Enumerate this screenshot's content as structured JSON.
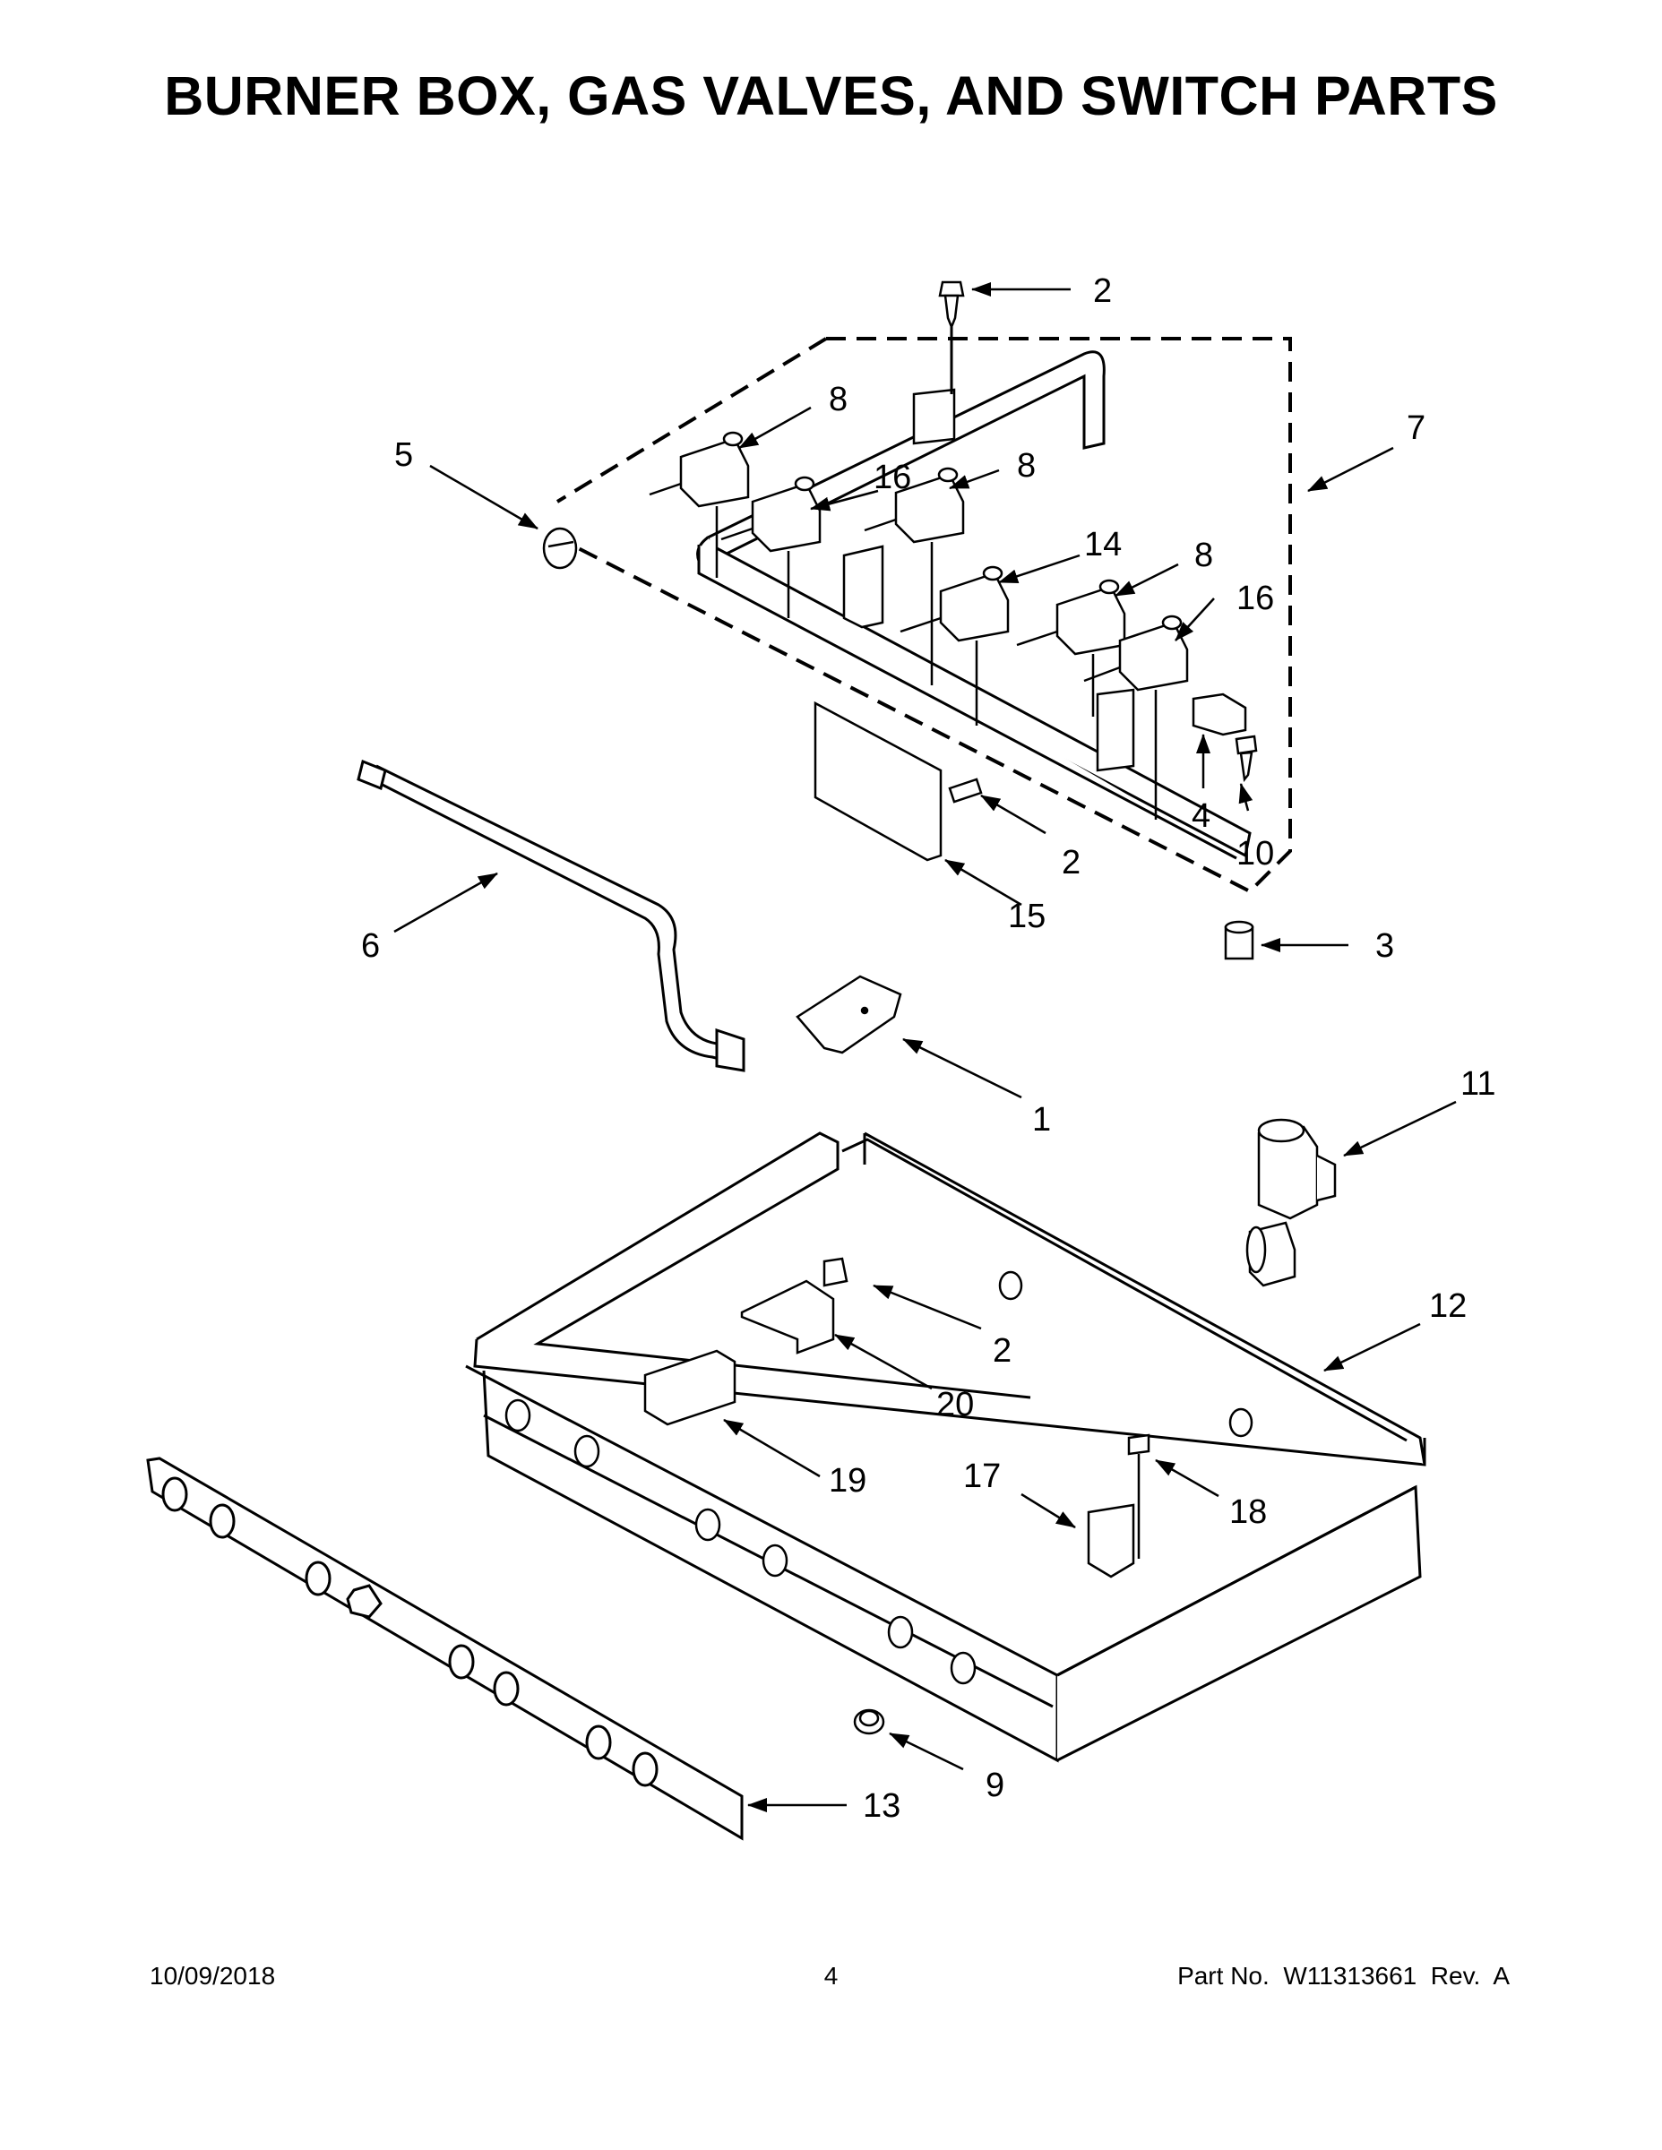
{
  "title": "BURNER BOX, GAS VALVES, AND SWITCH PARTS",
  "callouts": [
    {
      "id": "c1",
      "label": "1"
    },
    {
      "id": "c2a",
      "label": "2"
    },
    {
      "id": "c2b",
      "label": "2"
    },
    {
      "id": "c2c",
      "label": "2"
    },
    {
      "id": "c3",
      "label": "3"
    },
    {
      "id": "c4",
      "label": "4"
    },
    {
      "id": "c5",
      "label": "5"
    },
    {
      "id": "c6",
      "label": "6"
    },
    {
      "id": "c7",
      "label": "7"
    },
    {
      "id": "c8a",
      "label": "8"
    },
    {
      "id": "c8b",
      "label": "8"
    },
    {
      "id": "c8c",
      "label": "8"
    },
    {
      "id": "c9",
      "label": "9"
    },
    {
      "id": "c10",
      "label": "10"
    },
    {
      "id": "c11",
      "label": "11"
    },
    {
      "id": "c12",
      "label": "12"
    },
    {
      "id": "c13",
      "label": "13"
    },
    {
      "id": "c14",
      "label": "14"
    },
    {
      "id": "c15",
      "label": "15"
    },
    {
      "id": "c16a",
      "label": "16"
    },
    {
      "id": "c16b",
      "label": "16"
    },
    {
      "id": "c17",
      "label": "17"
    },
    {
      "id": "c18",
      "label": "18"
    },
    {
      "id": "c19",
      "label": "19"
    },
    {
      "id": "c20",
      "label": "20"
    }
  ],
  "footer": {
    "date": "10/09/2018",
    "page": "4",
    "part": "Part No.  W11313661  Rev.  A"
  }
}
